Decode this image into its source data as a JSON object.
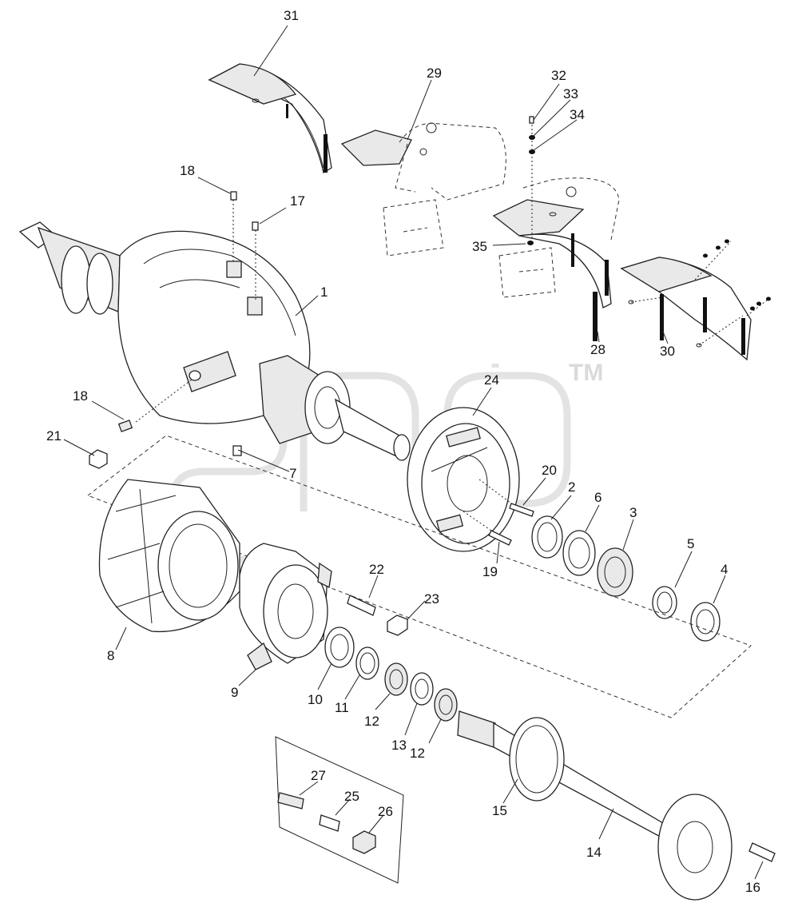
{
  "watermark": {
    "mark": "TM"
  },
  "callouts": [
    {
      "id": "c31",
      "text": "31"
    },
    {
      "id": "c29",
      "text": "29"
    },
    {
      "id": "c32",
      "text": "32"
    },
    {
      "id": "c33",
      "text": "33"
    },
    {
      "id": "c34",
      "text": "34"
    },
    {
      "id": "c18a",
      "text": "18"
    },
    {
      "id": "c17",
      "text": "17"
    },
    {
      "id": "c35",
      "text": "35"
    },
    {
      "id": "c1",
      "text": "1"
    },
    {
      "id": "c28",
      "text": "28"
    },
    {
      "id": "c30",
      "text": "30"
    },
    {
      "id": "c24",
      "text": "24"
    },
    {
      "id": "c18b",
      "text": "18"
    },
    {
      "id": "c21",
      "text": "21"
    },
    {
      "id": "c7",
      "text": "7"
    },
    {
      "id": "c20",
      "text": "20"
    },
    {
      "id": "c2",
      "text": "2"
    },
    {
      "id": "c6",
      "text": "6"
    },
    {
      "id": "c3",
      "text": "3"
    },
    {
      "id": "c5",
      "text": "5"
    },
    {
      "id": "c4",
      "text": "4"
    },
    {
      "id": "c19",
      "text": "19"
    },
    {
      "id": "c22",
      "text": "22"
    },
    {
      "id": "c23",
      "text": "23"
    },
    {
      "id": "c8",
      "text": "8"
    },
    {
      "id": "c9",
      "text": "9"
    },
    {
      "id": "c10",
      "text": "10"
    },
    {
      "id": "c11",
      "text": "11"
    },
    {
      "id": "c12a",
      "text": "12"
    },
    {
      "id": "c13",
      "text": "13"
    },
    {
      "id": "c12b",
      "text": "12"
    },
    {
      "id": "c27",
      "text": "27"
    },
    {
      "id": "c25",
      "text": "25"
    },
    {
      "id": "c26",
      "text": "26"
    },
    {
      "id": "c15",
      "text": "15"
    },
    {
      "id": "c14",
      "text": "14"
    },
    {
      "id": "c16",
      "text": "16"
    }
  ]
}
